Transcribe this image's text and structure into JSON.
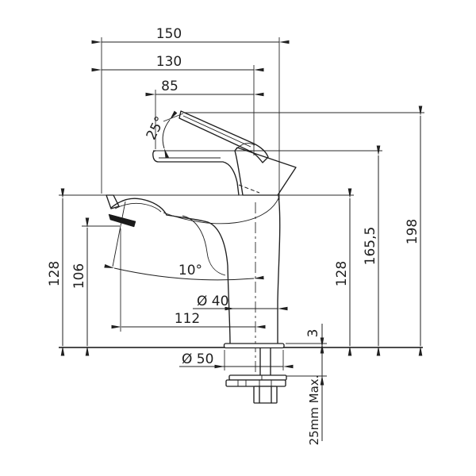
{
  "drawing": {
    "type": "technical-dimension-drawing",
    "subject": "single-lever basin mixer faucet, side view",
    "line_color": "#1f1f1f",
    "background": "#ffffff"
  },
  "dims": {
    "overall_width": "150",
    "width_to_body_center": "130",
    "handle_to_body": "85",
    "handle_open_angle": "25°",
    "stream_angle": "10°",
    "spout_height_left": "128",
    "aerator_height": "106",
    "body_diameter": "Ø 40",
    "spout_reach": "112",
    "base_diameter": "Ø 50",
    "deck_height_right": "128",
    "handle_rest_height": "165,5",
    "overall_height": "198",
    "base_plate_thickness": "3",
    "max_mounting_thickness": "25mm Max."
  }
}
